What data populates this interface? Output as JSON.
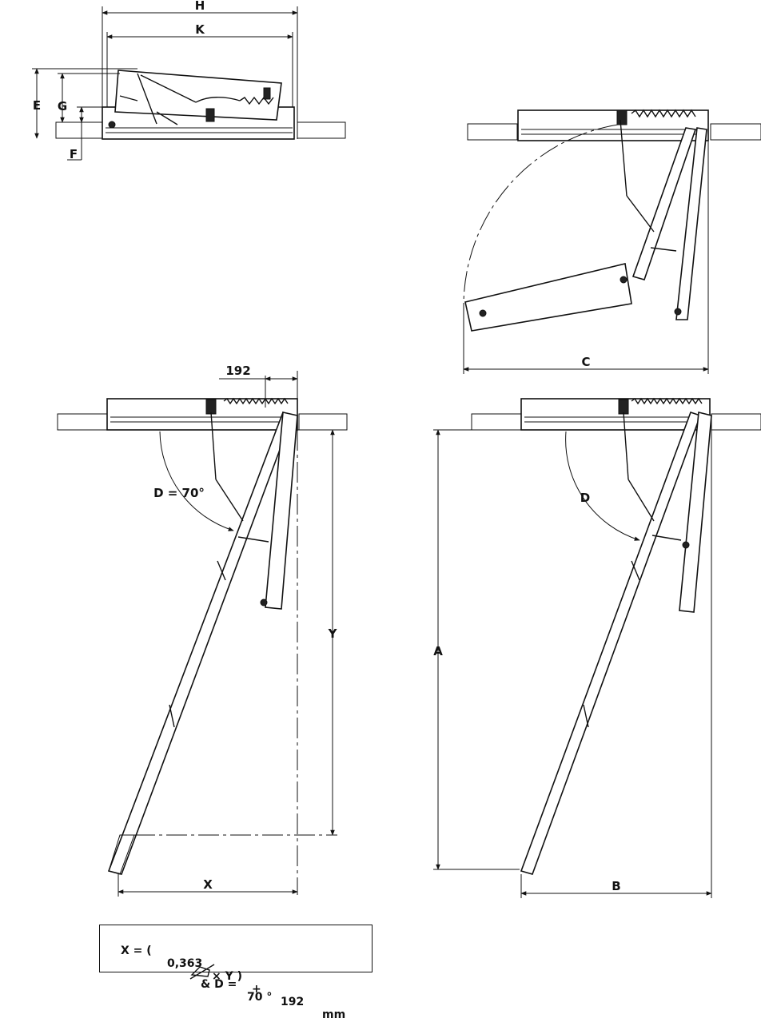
{
  "labels": {
    "H": "H",
    "K": "K",
    "E": "E",
    "G": "G",
    "F": "F",
    "C": "C",
    "dim_192": "192",
    "D70": "D = 70°",
    "Y": "Y",
    "X": "X",
    "D": "D",
    "A": "A",
    "B": "B"
  },
  "formula": {
    "x_eq": "X = (",
    "coef": "0,363",
    "times_y": "× Y )",
    "plus": "+",
    "offset": "192",
    "unit": "mm",
    "amp_d": "& D =",
    "angle": "70 °"
  },
  "icons": {
    "formula_symbol": "crossed-ladder-icon"
  }
}
